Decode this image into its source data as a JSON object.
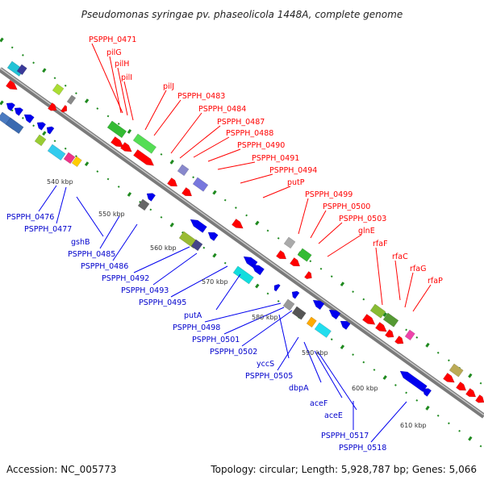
{
  "title": "Pseudomonas syringae pv. phaseolicola 1448A, complete genome",
  "footer": {
    "accession": "Accession: NC_005773",
    "summary": "Topology: circular; Length: 5,928,787 bp; Genes: 5,066"
  },
  "kbp_ticks": [
    "540 kbp",
    "550 kbp",
    "560 kbp",
    "570 kbp",
    "580 kbp",
    "590 kbp",
    "600 kbp",
    "610 kbp"
  ],
  "forward_labels": [
    "PSPPH_0471",
    "pilG",
    "pilH",
    "pilI",
    "pilJ",
    "PSPPH_0483",
    "PSPPH_0484",
    "PSPPH_0487",
    "PSPPH_0488",
    "PSPPH_0490",
    "PSPPH_0491",
    "PSPPH_0494",
    "putP",
    "PSPPH_0499",
    "PSPPH_0500",
    "PSPPH_0503",
    "glnE",
    "rfaF",
    "rfaC",
    "rfaG",
    "rfaP"
  ],
  "reverse_labels": [
    "PSPPH_0476",
    "PSPPH_0477",
    "gshB",
    "PSPPH_0485",
    "PSPPH_0486",
    "PSPPH_0492",
    "PSPPH_0493",
    "PSPPH_0495",
    "putA",
    "PSPPH_0498",
    "PSPPH_0501",
    "PSPPH_0502",
    "yccS",
    "PSPPH_0505",
    "dbpA",
    "aceF",
    "aceE",
    "PSPPH_0517",
    "PSPPH_0518"
  ],
  "colors": {
    "forward": "#ff0000",
    "reverse": "#0000ee",
    "backbone": "#999999",
    "gc_dots": "#1f8a1f"
  }
}
